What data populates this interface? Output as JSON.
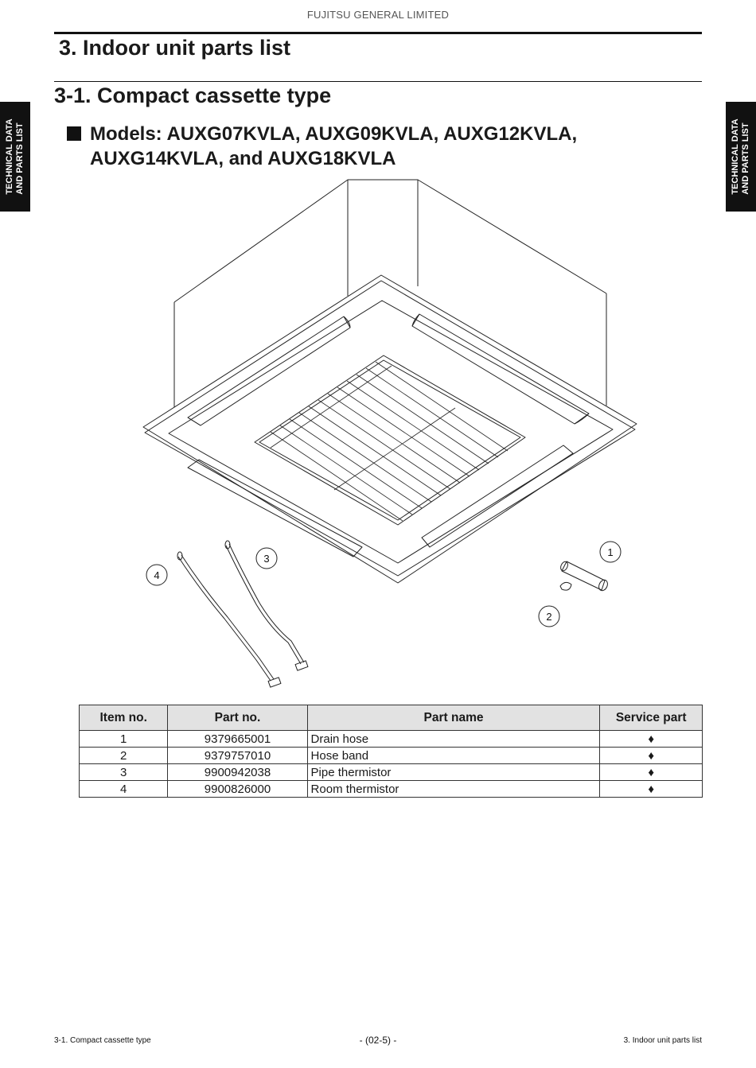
{
  "header": {
    "company": "FUJITSU GENERAL LIMITED",
    "section_title": "3. Indoor unit parts list",
    "subsection_title": "3-1. Compact cassette type",
    "models_line1": "Models: AUXG07KVLA, AUXG09KVLA, AUXG12KVLA,",
    "models_line2": "AUXG14KVLA, and AUXG18KVLA"
  },
  "side_tab": {
    "line1": "TECHNICAL DATA",
    "line2": "AND PARTS LIST"
  },
  "figure": {
    "callouts": [
      "1",
      "2",
      "3",
      "4"
    ]
  },
  "table": {
    "headers": [
      "Item no.",
      "Part no.",
      "Part name",
      "Service part"
    ],
    "rows": [
      {
        "item": "1",
        "part_no": "9379665001",
        "name": "Drain hose",
        "service": "♦"
      },
      {
        "item": "2",
        "part_no": "9379757010",
        "name": "Hose band",
        "service": "♦"
      },
      {
        "item": "3",
        "part_no": "9900942038",
        "name": "Pipe thermistor",
        "service": "♦"
      },
      {
        "item": "4",
        "part_no": "9900826000",
        "name": "Room thermistor",
        "service": "♦"
      }
    ]
  },
  "footer": {
    "left": "3-1. Compact cassette type",
    "center": "- (02-5) -",
    "right": "3. Indoor unit parts list"
  }
}
